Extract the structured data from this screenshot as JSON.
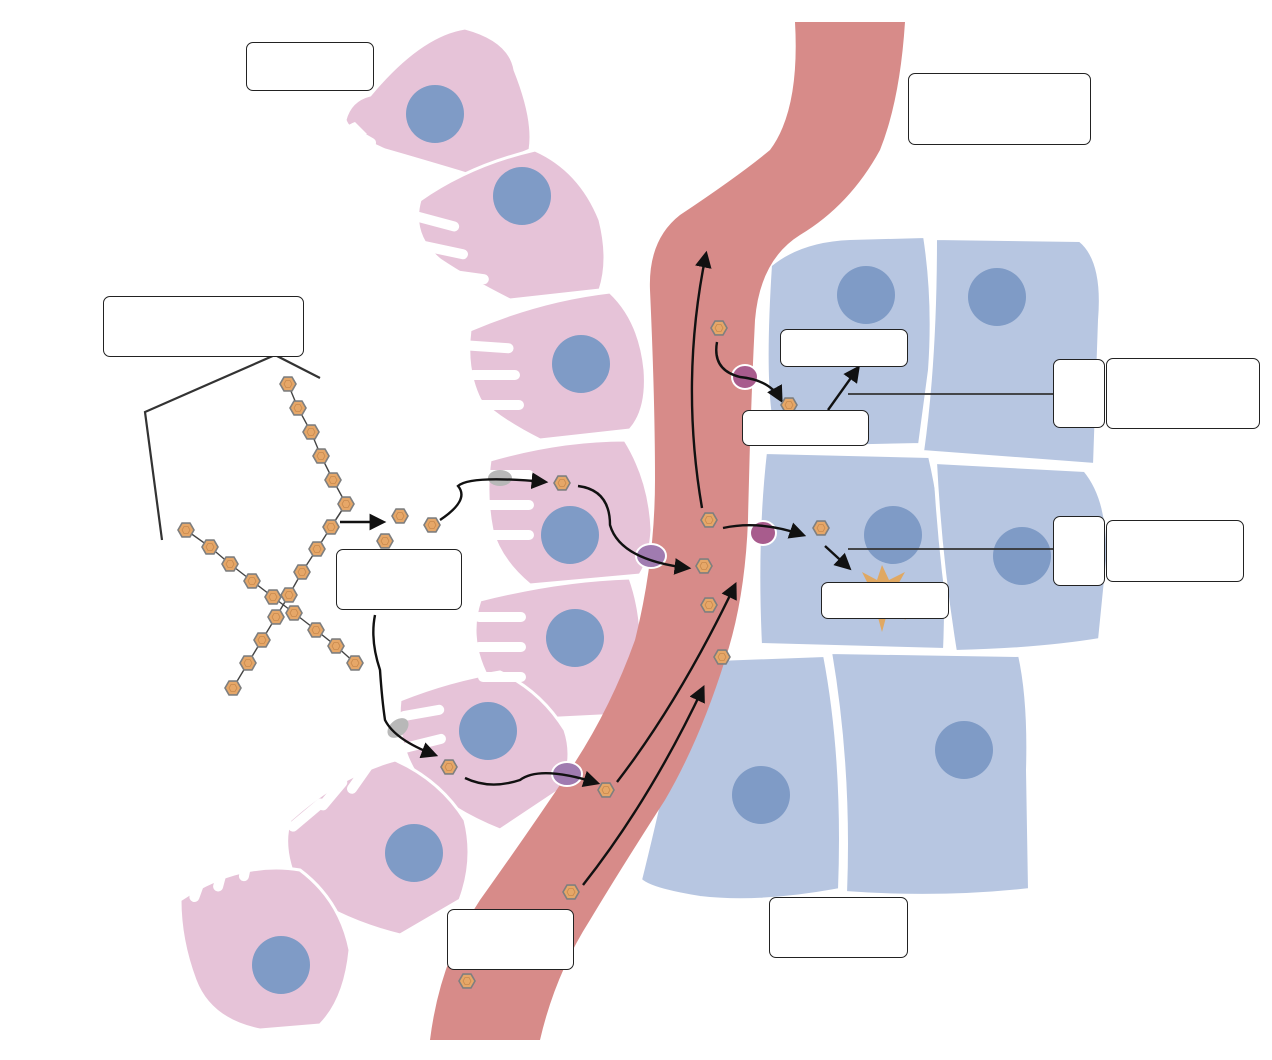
{
  "diagram": {
    "kind": "glucose absorption and uptake schematic",
    "colors": {
      "epithelium": "#e6c3d8",
      "epithelium_outline": "#ffffff",
      "nucleus": "#7f9bc6",
      "blood_vessel": "#d78b89",
      "tissue_cell": "#b7c6e1",
      "glucose": "#e6a768",
      "glucose_outline": "#7f7f7f",
      "transporter_purple": "#a07bb0",
      "transporter_magenta": "#a85c8d",
      "transporter_gray": "#b8b8b8",
      "arrow": "#111111",
      "leader_line": "#333333",
      "burst": "#e7a24b"
    },
    "icons": {
      "glucose": "hexagon",
      "polysaccharide": "branched-hexagon-chain",
      "transporter": "oval-channel",
      "energy_release": "starburst"
    },
    "labels": [
      {
        "id": "epithelium",
        "text": ""
      },
      {
        "id": "blood-vessel",
        "text": ""
      },
      {
        "id": "polysaccharide",
        "text": ""
      },
      {
        "id": "glucose-monomer",
        "text": ""
      },
      {
        "id": "storage-product",
        "text": ""
      },
      {
        "id": "storage-reaction",
        "text": ""
      },
      {
        "id": "storage-cell-letter",
        "text": ""
      },
      {
        "id": "storage-cell-name",
        "text": ""
      },
      {
        "id": "respiration-letter",
        "text": ""
      },
      {
        "id": "respiration-cell-name",
        "text": ""
      },
      {
        "id": "respiration-product",
        "text": ""
      },
      {
        "id": "blood-glucose",
        "text": ""
      },
      {
        "id": "body-cells",
        "text": ""
      }
    ]
  }
}
